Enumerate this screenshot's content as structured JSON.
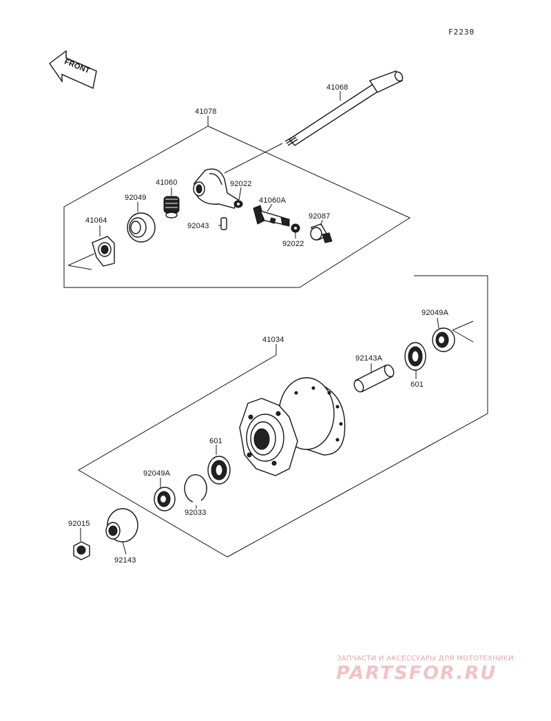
{
  "diagram_code": "F2230",
  "front_label": "FRONT",
  "parts": {
    "axle": "41068",
    "gear_assembly": "41078",
    "gear_41060": "41060",
    "gear_41060a": "41060A",
    "seal_92049": "92049",
    "retainer_41064": "41064",
    "washer_92022_top": "92022",
    "washer_92022_bottom": "92022",
    "pin_92043": "92043",
    "bushing_92087": "92087",
    "hub": "41034",
    "seal_92049a_top": "92049A",
    "collar_92143a": "92143A",
    "bearing_601_top": "601",
    "bearing_601_bottom": "601",
    "seal_92049a_bottom": "92049A",
    "circlip_92033": "92033",
    "nut_92015": "92015",
    "collar_92143": "92143"
  },
  "watermark": {
    "subtitle": "ЗАПЧАСТИ И АКСЕССУАРЫ ДЛЯ МОТОТЕХНИКИ",
    "brand": "PARTSFOR.RU"
  },
  "colors": {
    "ink": "#111111",
    "watermark": "#f1c3c6"
  }
}
